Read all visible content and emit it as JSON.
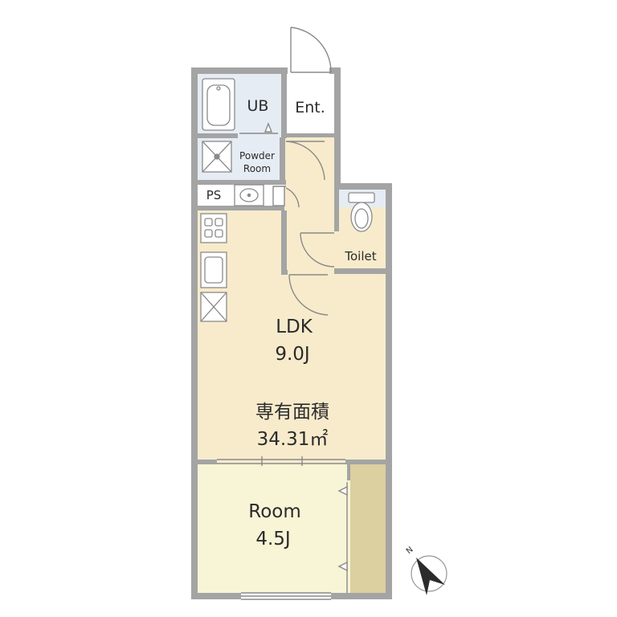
{
  "colors": {
    "wall": "#a4a4a4",
    "wet_area": "#e6ecf4",
    "ldk_floor": "#f7ebcc",
    "room_floor": "#f8f4d6",
    "closet": "#dccfa0",
    "fixture_line": "#8a8a8a",
    "text": "#2b2b2b"
  },
  "rooms": {
    "ub": "UB",
    "entrance": "Ent.",
    "powder_line1": "Powder",
    "powder_line2": "Room",
    "ps": "PS",
    "toilet": "Toilet",
    "ldk_name": "LDK",
    "ldk_size": "9.0J",
    "room_name": "Room",
    "room_size": "4.5J"
  },
  "area": {
    "label": "専有面積",
    "value": "34.31㎡"
  },
  "compass": {
    "north_label": "N",
    "icon": "north-arrow-icon"
  },
  "icons": {
    "bathtub": "bathtub-icon",
    "toilet": "toilet-icon",
    "sink": "wash-basin-icon",
    "stove": "stove-icon",
    "kitchen_sink": "kitchen-sink-icon",
    "washer": "washing-machine-space-icon",
    "fridge": "refrigerator-space-icon",
    "drain": "floor-drain-icon"
  }
}
